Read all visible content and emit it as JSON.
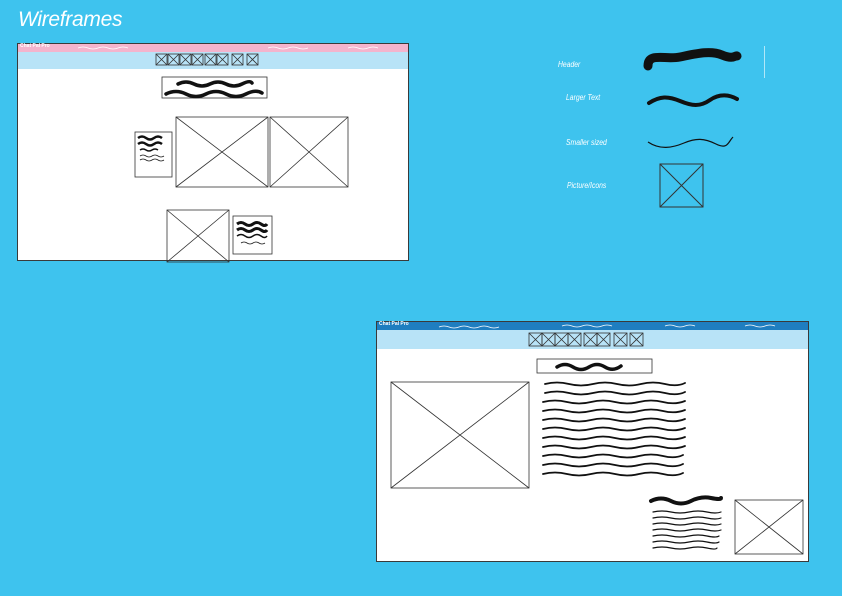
{
  "page": {
    "title": "Wireframes"
  },
  "wireframe_1": {
    "app_title": "Chat Pal Pro",
    "nav_icon_count": 8
  },
  "wireframe_2": {
    "app_title": "Chat Pal Pro",
    "nav_icon_count": 8
  },
  "legend": {
    "items": [
      {
        "label": "Header",
        "symbol": "thick-scribble"
      },
      {
        "label": "Larger Text",
        "symbol": "medium-scribble"
      },
      {
        "label": "Smaller sized",
        "symbol": "thin-scribble"
      },
      {
        "label": "Picture/Icons",
        "symbol": "crossed-box"
      }
    ]
  },
  "colors": {
    "background": "#3ec3ee",
    "titlebar_1": "#f4b4cd",
    "titlebar_2": "#1f7ec0",
    "navbar": "#b8e3f7"
  }
}
